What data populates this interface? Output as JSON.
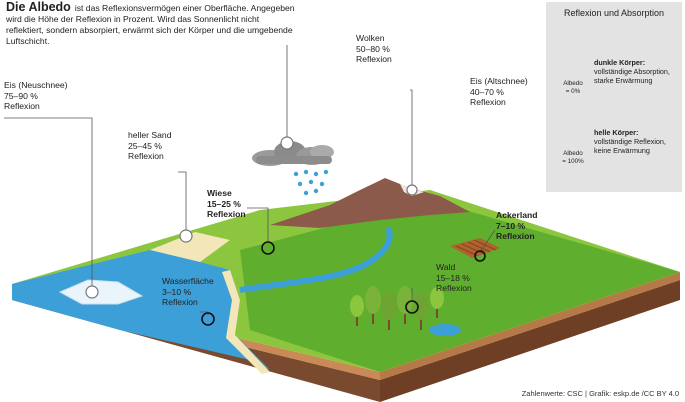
{
  "intro": {
    "title": "Die Albedo",
    "text": "ist das Reflexionsvermögen einer Oberfläche. Angegeben wird die Höhe der Reflexion in Prozent. Wird das Sonnenlicht nicht reflektiert, sondern absorpiert, erwärmt sich der Körper und die umgebende Luftschicht."
  },
  "labels": {
    "neuschnee": {
      "name": "Eis (Neuschnee)",
      "value": "75–90 %",
      "unit": "Reflexion"
    },
    "sand": {
      "name": "heller Sand",
      "value": "25–45 %",
      "unit": "Reflexion"
    },
    "wolken": {
      "name": "Wolken",
      "value": "50–80 %",
      "unit": "Reflexion"
    },
    "altschnee": {
      "name": "Eis (Altschnee)",
      "value": "40–70 %",
      "unit": "Reflexion"
    },
    "wiese": {
      "name": "Wiese",
      "value": "15–25 %",
      "unit": "Reflexion"
    },
    "ackerland": {
      "name": "Ackerland",
      "value": "7–10 %",
      "unit": "Reflexion"
    },
    "wald": {
      "name": "Wald",
      "value": "15–18 %",
      "unit": "Reflexion"
    },
    "wasser": {
      "name": "Wasserfläche",
      "value": "3–10 %",
      "unit": "Reflexion"
    }
  },
  "legend": {
    "title": "Reflexion und Absorption",
    "dark": {
      "heading": "dunkle Körper:",
      "line1": "vollständige Absorption,",
      "line2": "starke Erwärmung",
      "albedo": "Albedo",
      "albedo_value": "= 0%"
    },
    "light": {
      "heading": "helle Körper:",
      "line1": "vollständige Reflexion,",
      "line2": "keine Erwärmung",
      "albedo": "Albedo",
      "albedo_value": "= 100%"
    }
  },
  "credit": "Zahlenwerte: CSC | Grafik: eskp.de /CC BY 4.0",
  "colors": {
    "water": "#3d9fd8",
    "meadow": "#8cc63f",
    "soil_top": "#a0522d",
    "mountain": "#8b5a4a",
    "sand": "#f3e6b8",
    "legend_bg": "#e3e3e3"
  }
}
